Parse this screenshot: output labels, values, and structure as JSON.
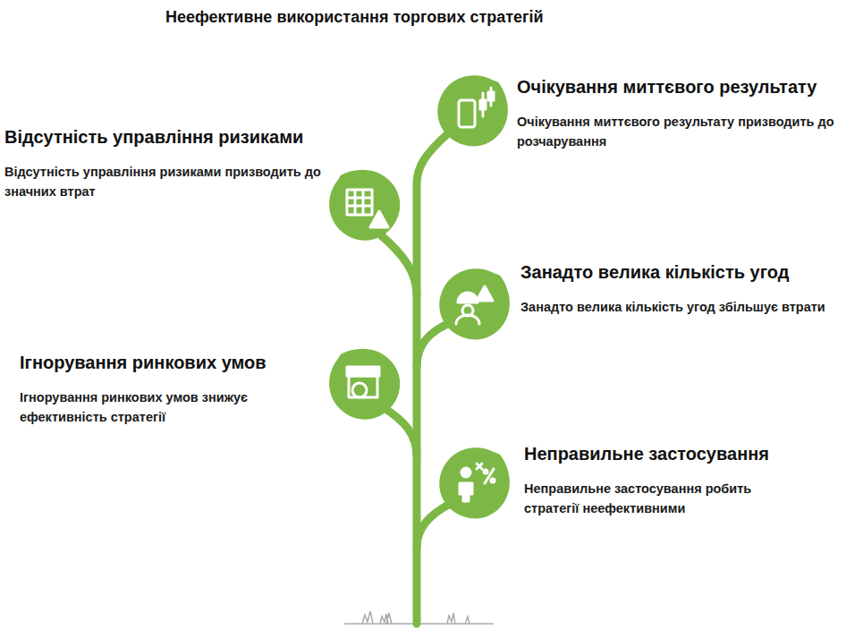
{
  "diagram": {
    "title": "Неефективне використання торгових стратегій",
    "nodes": [
      {
        "text": [
          "Очікування миттєвого результату",
          "Очікування миттєвого результату призводить до розчарування"
        ]
      },
      {
        "text": [
          "Відсутність управління ризиками",
          "Відсутність управління ризиками призводить до значних втрат"
        ]
      },
      {
        "text": [
          "Занадто велика кількість угод",
          "Занадто велика кількість угод збільшує втрати"
        ]
      },
      {
        "text": [
          "Ігнорування ринкових умов",
          "Ігнорування ринкових умов знижує ефективність стратегії"
        ]
      },
      {
        "text": [
          "Неправильне застосування",
          "Неправильне застосування робить стратегії неефективними"
        ]
      }
    ]
  }
}
